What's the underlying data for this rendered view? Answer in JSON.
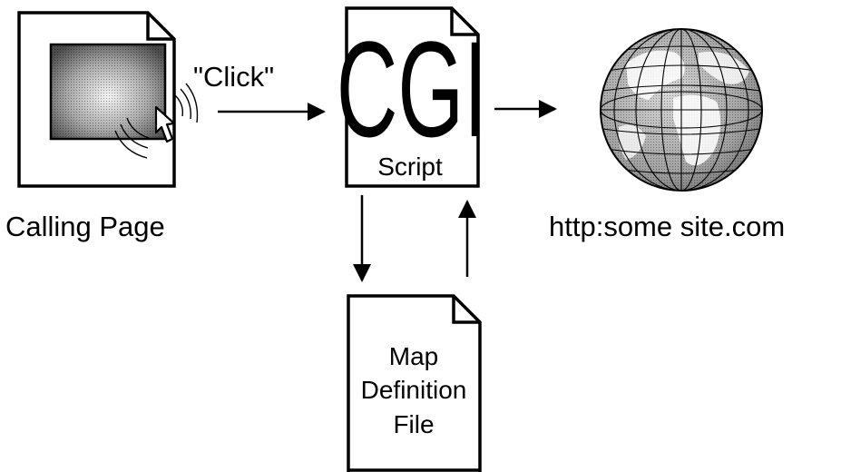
{
  "diagram": {
    "click_label": "\"Click\"",
    "calling_page_label": "Calling Page",
    "cgi_big_text": "CGI",
    "script_label": "Script",
    "site_label": "http:some site.com",
    "map_def_lines": [
      "Map",
      "Definition",
      "File"
    ]
  },
  "colors": {
    "ink": "#000000",
    "paper": "#ffffff",
    "shade_dark": "#555555",
    "shade_light": "#f2f2f2"
  }
}
